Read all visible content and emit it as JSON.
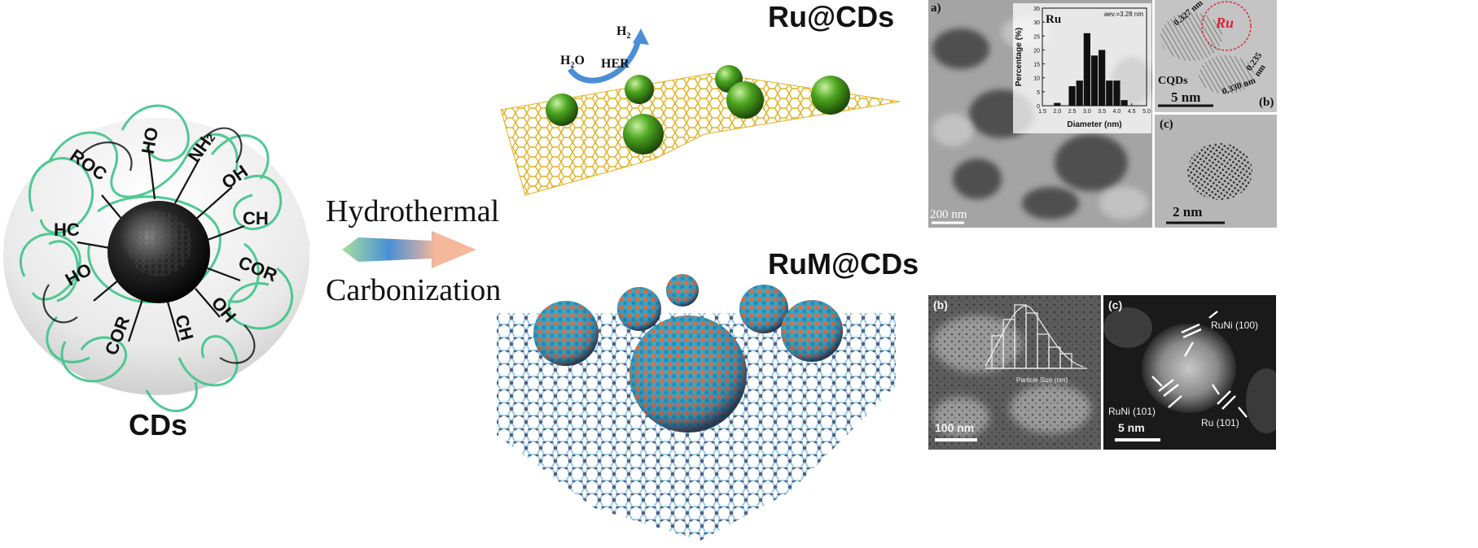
{
  "cds": {
    "label": "CDs",
    "groups": [
      "HO",
      "NH2",
      "OH",
      "CH",
      "COR",
      "OH",
      "CH",
      "COR",
      "HO",
      "HC",
      "ROC"
    ]
  },
  "arrow": {
    "top_label": "Hydrothermal",
    "bottom_label": "Carbonization"
  },
  "ru_cds": {
    "title": "Ru@CDs",
    "h2": "H",
    "h2_sub": "2",
    "h2o": "H",
    "h2o_sub": "2",
    "h2o_tail": "O",
    "her": "HER"
  },
  "rum_cds": {
    "title": "RuM@CDs"
  },
  "tem_top": {
    "panel_a": {
      "label": "a)",
      "scale": "200 nm",
      "inset": {
        "element": "Ru",
        "avg": "aev.=3.28 nm",
        "ylabel": "Percentage (%)",
        "xlabel": "Diameter (nm)",
        "yticks": [
          "0",
          "5",
          "10",
          "15",
          "20",
          "25",
          "30",
          "35"
        ],
        "xticks": [
          "1.5",
          "2.0",
          "2.5",
          "3.0",
          "3.5",
          "4.0",
          "4.5",
          "5.0"
        ]
      }
    },
    "panel_b": {
      "label": "(b)",
      "scale": "5 nm",
      "ru": "Ru",
      "cqds": "CQDs",
      "d1": "0.327 nm",
      "d2": "0.235 nm",
      "d3": "0.330 nm"
    },
    "panel_c": {
      "label": "(c)",
      "scale": "2 nm"
    }
  },
  "tem_bottom": {
    "panel_b": {
      "label": "(b)",
      "scale": "100 nm",
      "hist_xlabel": "Particle Size (nm)"
    },
    "panel_c": {
      "label": "(c)",
      "scale": "5 nm",
      "p1": "RuNi (100)",
      "p2": "RuNi (101)",
      "p3": "Ru (101)"
    }
  },
  "chart_data": {
    "type": "bar",
    "title": "",
    "xlabel": "Diameter (nm)",
    "ylabel": "Percentage (%)",
    "categories": [
      "2.0",
      "2.5",
      "2.75",
      "3.0",
      "3.25",
      "3.5",
      "3.75",
      "4.0",
      "4.25"
    ],
    "values": [
      1,
      7,
      9,
      26,
      18,
      20,
      9,
      9,
      2
    ],
    "ylim": [
      0,
      35
    ],
    "xlim": [
      1.5,
      5.0
    ]
  },
  "colors": {
    "green_ligand": "#3ec48a",
    "green_sphere": "#4ca51f",
    "graphene_gold": "#e0b020",
    "ru_orange": "#e0653a",
    "metal_blue": "#2ba6c8",
    "arrow_blue": "#4a8fd6",
    "arrow_peach": "#f6b89a"
  }
}
